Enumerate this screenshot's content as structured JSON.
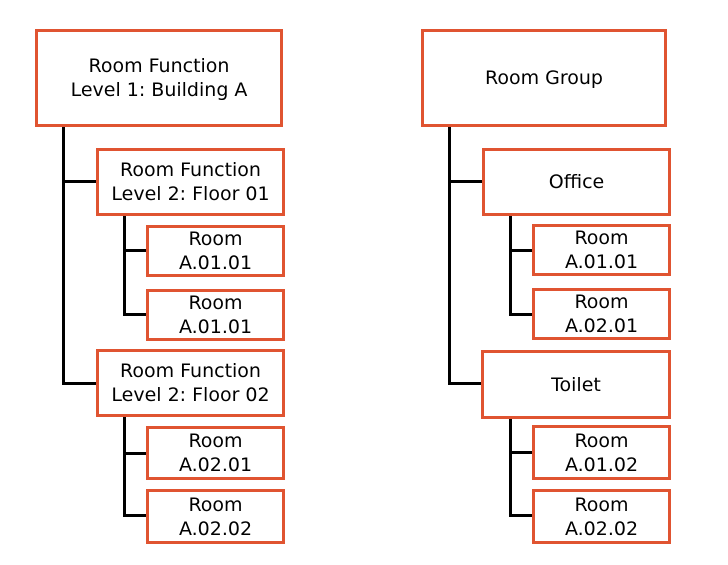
{
  "colors": {
    "box_border": "#E05431",
    "connector": "#000000",
    "text": "#000000",
    "background": "#FFFFFF"
  },
  "left_tree": {
    "nodes": [
      {
        "line1": "Room Function",
        "line2": "Level 1: Building A"
      },
      {
        "line1": "Room Function",
        "line2": "Level 2: Floor 01"
      },
      {
        "line1": "Room",
        "line2": "A.01.01"
      },
      {
        "line1": "Room",
        "line2": "A.01.01"
      },
      {
        "line1": "Room Function",
        "line2": "Level 2: Floor 02"
      },
      {
        "line1": "Room",
        "line2": "A.02.01"
      },
      {
        "line1": "Room",
        "line2": "A.02.02"
      }
    ]
  },
  "right_tree": {
    "nodes": [
      {
        "line1": "Room Group"
      },
      {
        "line1": "Office"
      },
      {
        "line1": "Room",
        "line2": "A.01.01"
      },
      {
        "line1": "Room",
        "line2": "A.02.01"
      },
      {
        "line1": "Toilet"
      },
      {
        "line1": "Room",
        "line2": "A.01.02"
      },
      {
        "line1": "Room",
        "line2": "A.02.02"
      }
    ]
  }
}
